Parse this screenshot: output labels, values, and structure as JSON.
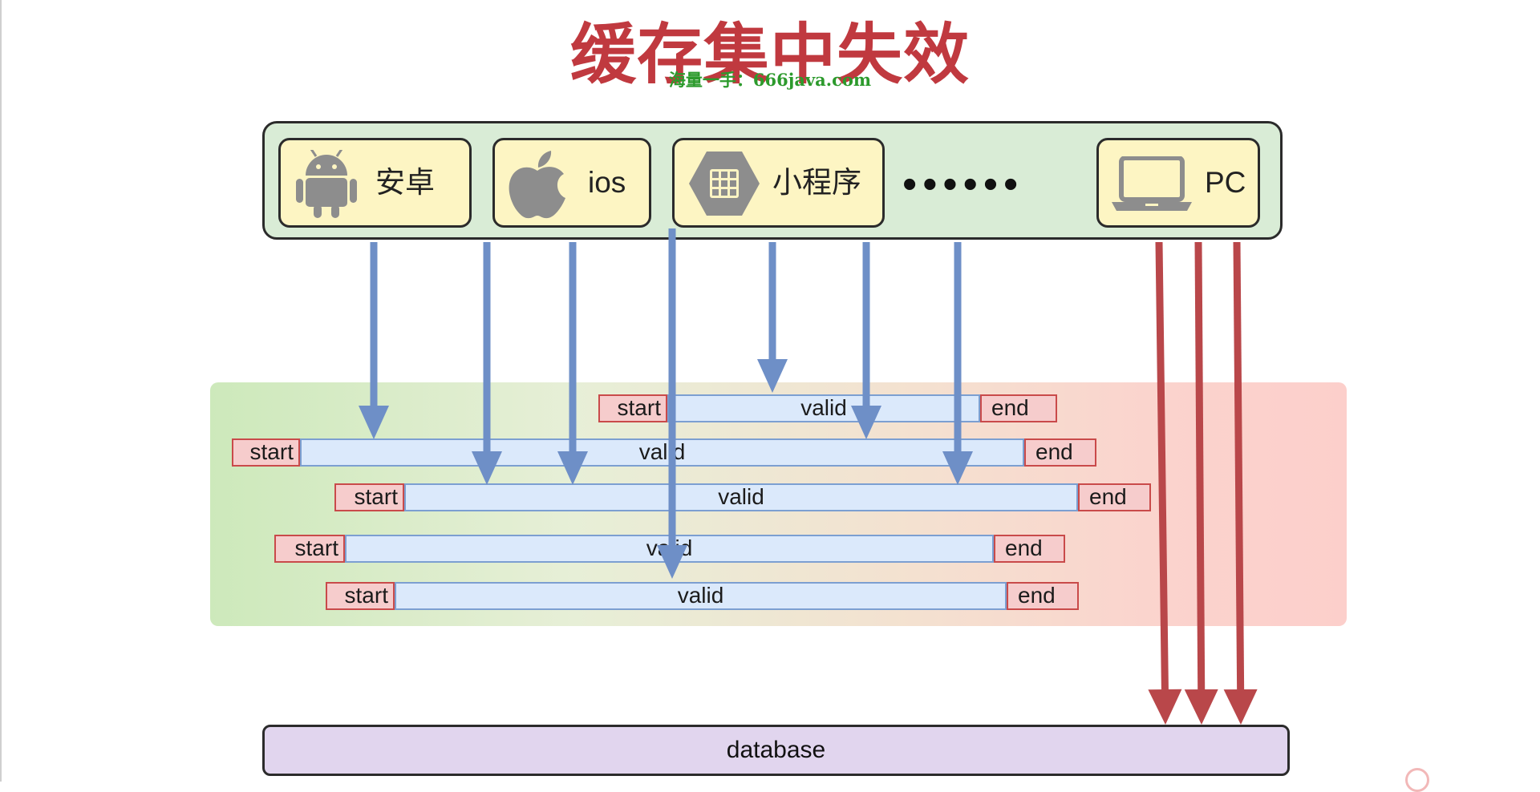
{
  "title": "缓存集中失效",
  "watermark": "海量一手：666java.com",
  "clients": [
    {
      "label": "安卓",
      "icon": "android-icon"
    },
    {
      "label": "ios",
      "icon": "apple-icon"
    },
    {
      "label": "小程序",
      "icon": "mini-program-icon"
    },
    {
      "label": "PC",
      "icon": "laptop-icon"
    }
  ],
  "ellipsis": "••••••",
  "cache_rows": [
    {
      "start": "start",
      "valid": "valid",
      "end": "end"
    },
    {
      "start": "start",
      "valid": "valid",
      "end": "end"
    },
    {
      "start": "start",
      "valid": "valid",
      "end": "end"
    },
    {
      "start": "start",
      "valid": "valid",
      "end": "end"
    },
    {
      "start": "start",
      "valid": "valid",
      "end": "end"
    }
  ],
  "database": "database",
  "colors": {
    "title": "#c0393f",
    "watermark": "#2c9a2c",
    "cache_request_arrow": "#6e8fc7",
    "database_request_arrow": "#b9474a",
    "clients_panel": "#d9ecd6",
    "client_box": "#fdf5c3",
    "start_end": "#f6cccc",
    "valid": "#dbe9fb",
    "database_box": "#e1d5ee"
  }
}
